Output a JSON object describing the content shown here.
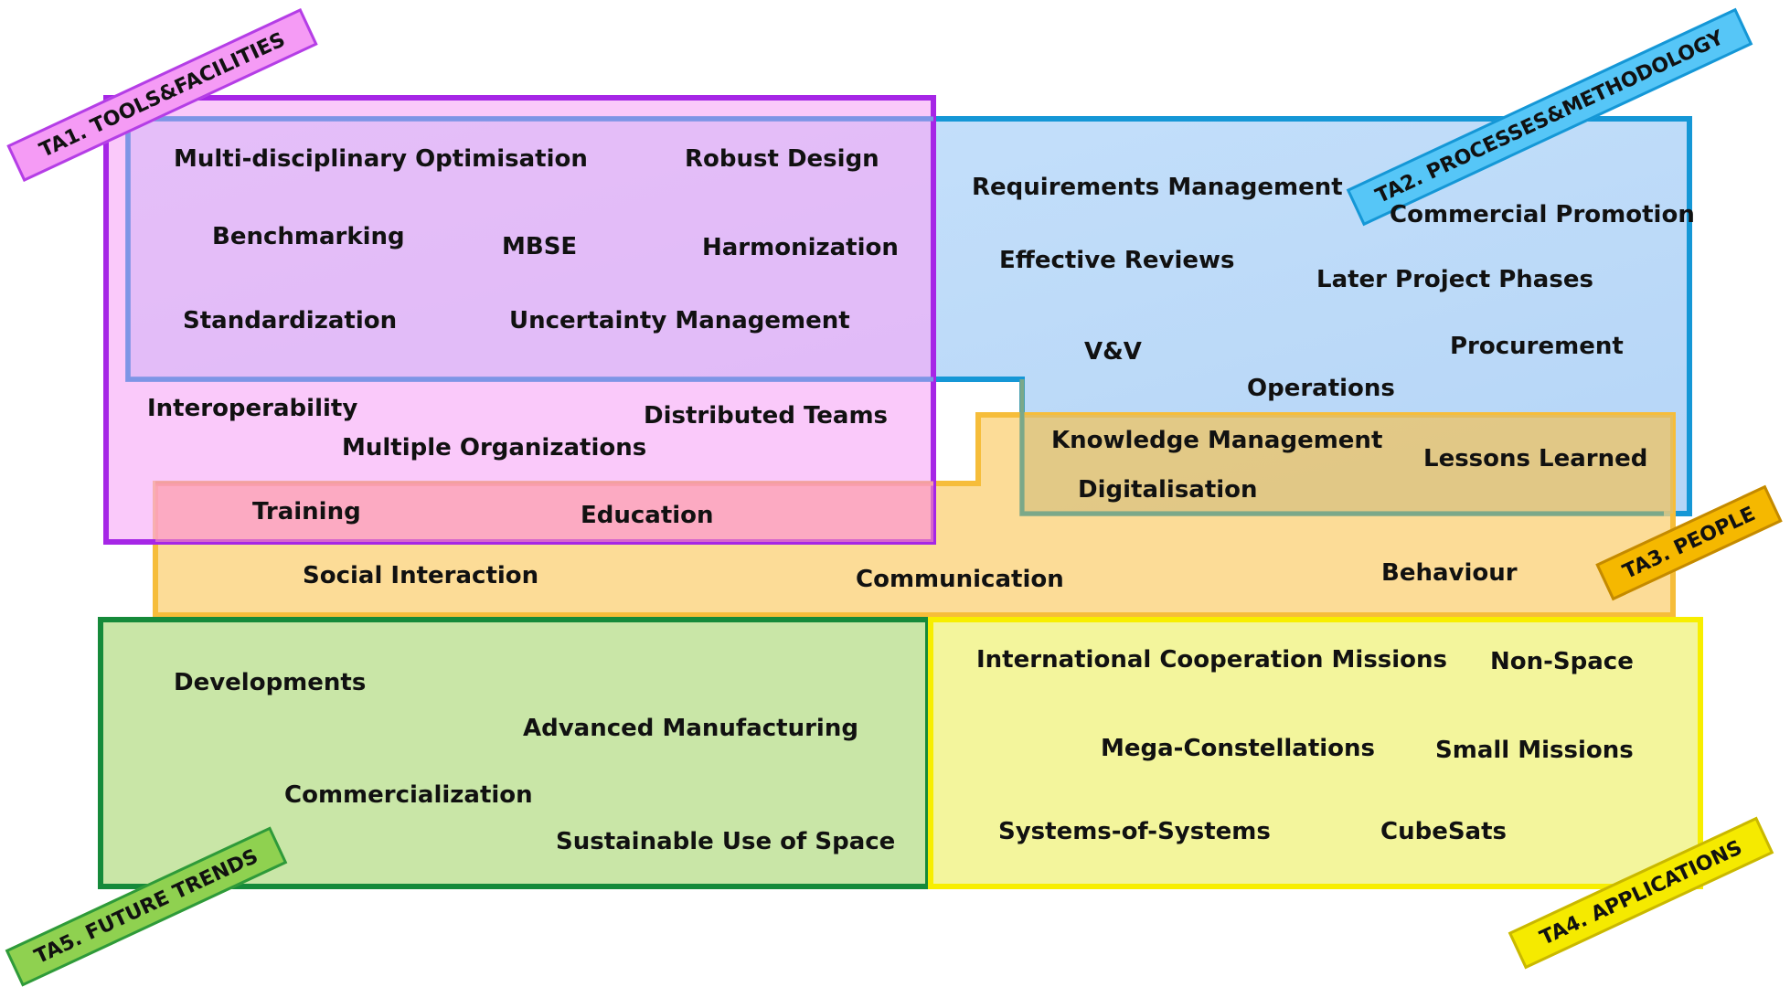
{
  "areas": {
    "ta1": {
      "tag": "TA1. TOOLS&FACILITIES",
      "color": "#a626e6",
      "fill": "#f9a7f9"
    },
    "ta2": {
      "tag": "TA2. PROCESSES&METHODOLOGY",
      "color": "#1597d6",
      "fill": "#4fc3f7"
    },
    "ta3": {
      "tag": "TA3. PEOPLE",
      "color": "#f5b800",
      "fill": "#f5b800"
    },
    "ta4": {
      "tag": "TA4. APPLICATIONS",
      "color": "#f0e300",
      "fill": "#f5e800"
    },
    "ta5": {
      "tag": "TA5. FUTURE TRENDS",
      "color": "#158a3a",
      "fill": "#92d050"
    }
  },
  "labels": {
    "multidisciplinary_optimisation": "Multi-disciplinary Optimisation",
    "robust_design": "Robust Design",
    "benchmarking": "Benchmarking",
    "mbse": "MBSE",
    "harmonization": "Harmonization",
    "standardization": "Standardization",
    "uncertainty_management": "Uncertainty Management",
    "interoperability": "Interoperability",
    "distributed_teams": "Distributed Teams",
    "multiple_organizations": "Multiple Organizations",
    "requirements_management": "Requirements Management",
    "commercial_promotion": "Commercial Promotion",
    "effective_reviews": "Effective Reviews",
    "later_project_phases": "Later Project Phases",
    "vv": "V&V",
    "procurement": "Procurement",
    "operations": "Operations",
    "knowledge_management": "Knowledge Management",
    "lessons_learned": "Lessons Learned",
    "digitalisation": "Digitalisation",
    "training": "Training",
    "education": "Education",
    "social_interaction": "Social Interaction",
    "communication": "Communication",
    "behaviour": "Behaviour",
    "developments": "Developments",
    "advanced_manufacturing": "Advanced Manufacturing",
    "commercialization": "Commercialization",
    "sustainable_use_of_space": "Sustainable Use of Space",
    "international_cooperation_missions": "International Cooperation Missions",
    "non_space": "Non-Space",
    "mega_constellations": "Mega-Constellations",
    "small_missions": "Small Missions",
    "systems_of_systems": "Systems-of-Systems",
    "cubesats": "CubeSats"
  }
}
